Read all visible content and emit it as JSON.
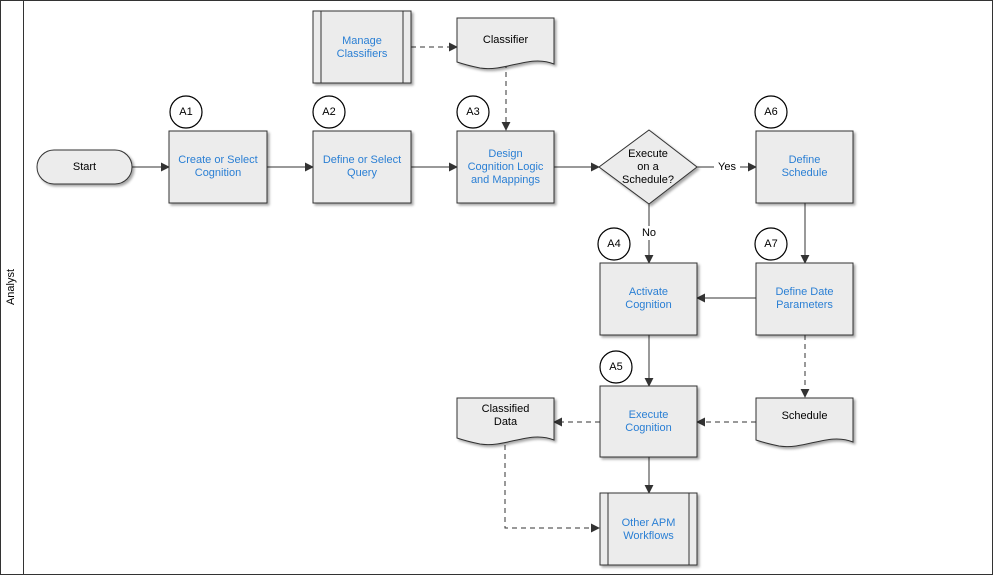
{
  "lane": {
    "label": "Analyst"
  },
  "nodes": {
    "start": "Start",
    "a1": {
      "id": "A1",
      "line1": "Create or Select",
      "line2": "Cognition"
    },
    "a2": {
      "id": "A2",
      "line1": "Define or Select",
      "line2": "Query"
    },
    "a3": {
      "id": "A3",
      "line1": "Design",
      "line2": "Cognition Logic",
      "line3": "and Mappings"
    },
    "a4": {
      "id": "A4",
      "line1": "Activate",
      "line2": "Cognition"
    },
    "a5": {
      "id": "A5",
      "line1": "Execute",
      "line2": "Cognition"
    },
    "a6": {
      "id": "A6",
      "line1": "Define",
      "line2": "Schedule"
    },
    "a7": {
      "id": "A7",
      "line1": "Define Date",
      "line2": "Parameters"
    },
    "manage": {
      "line1": "Manage",
      "line2": "Classifiers"
    },
    "classifier": "Classifier",
    "decision": {
      "line1": "Execute",
      "line2": "on a",
      "line3": "Schedule?"
    },
    "schedule_doc": "Schedule",
    "classified": {
      "line1": "Classified",
      "line2": "Data"
    },
    "other": {
      "line1": "Other APM",
      "line2": "Workflows"
    }
  },
  "edges": {
    "yes": "Yes",
    "no": "No"
  },
  "colors": {
    "link_text": "#2a7fd4",
    "shape_fill": "#ececec",
    "border": "#333333"
  }
}
